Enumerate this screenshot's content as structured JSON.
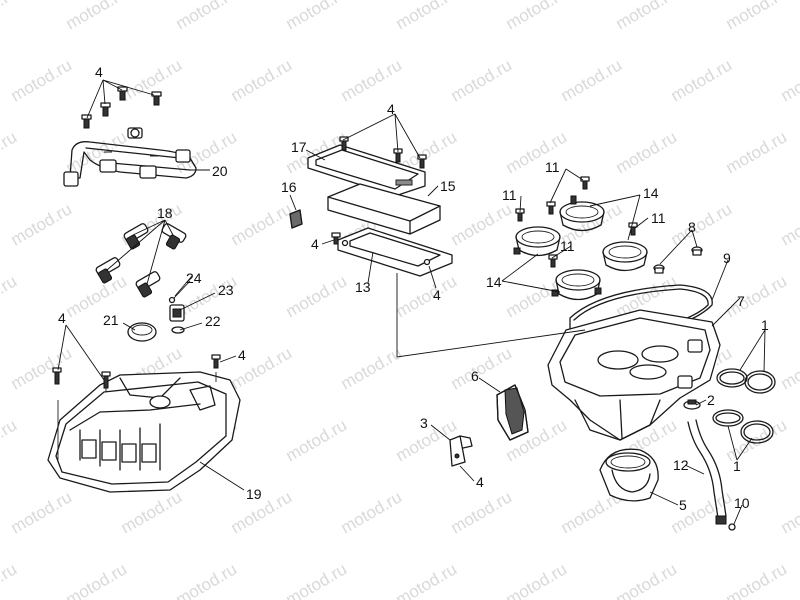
{
  "watermark": {
    "text": "motod.ru",
    "color": "#d9d9d9"
  },
  "callouts": {
    "c1a": "1",
    "c1b": "1",
    "c2": "2",
    "c3": "3",
    "c4a": "4",
    "c4b": "4",
    "c4c": "4",
    "c4d": "4",
    "c4e": "4",
    "c4f": "4",
    "c4g": "4",
    "c5": "5",
    "c6": "6",
    "c7": "7",
    "c8": "8",
    "c9": "9",
    "c10": "10",
    "c11a": "11",
    "c11b": "11",
    "c11c": "11",
    "c11d": "11",
    "c12": "12",
    "c13": "13",
    "c14a": "14",
    "c14b": "14",
    "c15": "15",
    "c16": "16",
    "c17": "17",
    "c18": "18",
    "c19": "19",
    "c20": "20",
    "c21": "21",
    "c22": "22",
    "c23": "23",
    "c24": "24"
  }
}
